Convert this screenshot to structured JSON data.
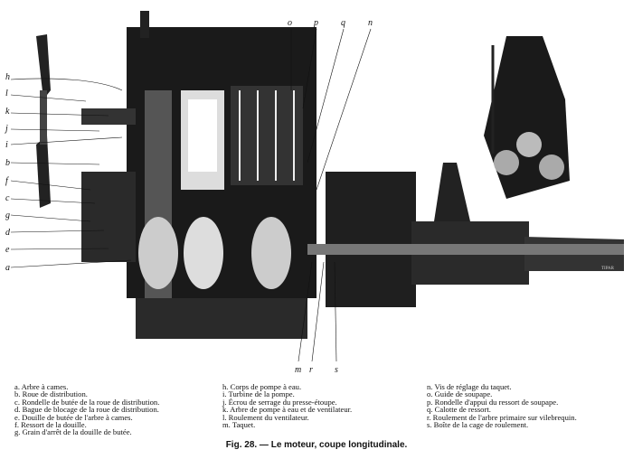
{
  "figure": {
    "labels_top": [
      "o",
      "p",
      "q",
      "n"
    ],
    "labels_left": [
      "h",
      "l",
      "k",
      "j",
      "i",
      "b",
      "f",
      "c",
      "g",
      "d",
      "e",
      "a"
    ],
    "labels_bottom": [
      "m",
      "r",
      "s"
    ],
    "stamp": "TIPAR"
  },
  "legend": {
    "col1": [
      "a. Arbre à cames.",
      "b. Roue de distribution.",
      "c. Rondelle de butée de la roue de distribution.",
      "d. Bague de blocage de la roue de distribution.",
      "e. Douille de butée de l'arbre à cames.",
      "f. Ressort de la douille.",
      "g. Grain d'arrêt de la douille de butée."
    ],
    "col2": [
      "h. Corps de pompe à eau.",
      "i. Turbine de la pompe.",
      "j. Écrou de serrage du presse-étoupe.",
      "k. Arbre de pompe à eau et de ventilateur.",
      "l. Roulement du ventilateur.",
      "m. Taquet."
    ],
    "col3": [
      "n. Vis de réglage du taquet.",
      "o. Guide de soupape.",
      "p. Rondelle d'appui du ressort de soupape.",
      "q. Calotte de ressort.",
      "r. Roulement de l'arbre primaire sur vilebrequin.",
      "s. Boîte de la cage de roulement."
    ]
  },
  "caption": "Fig. 28. — Le moteur, coupe longitudinale."
}
